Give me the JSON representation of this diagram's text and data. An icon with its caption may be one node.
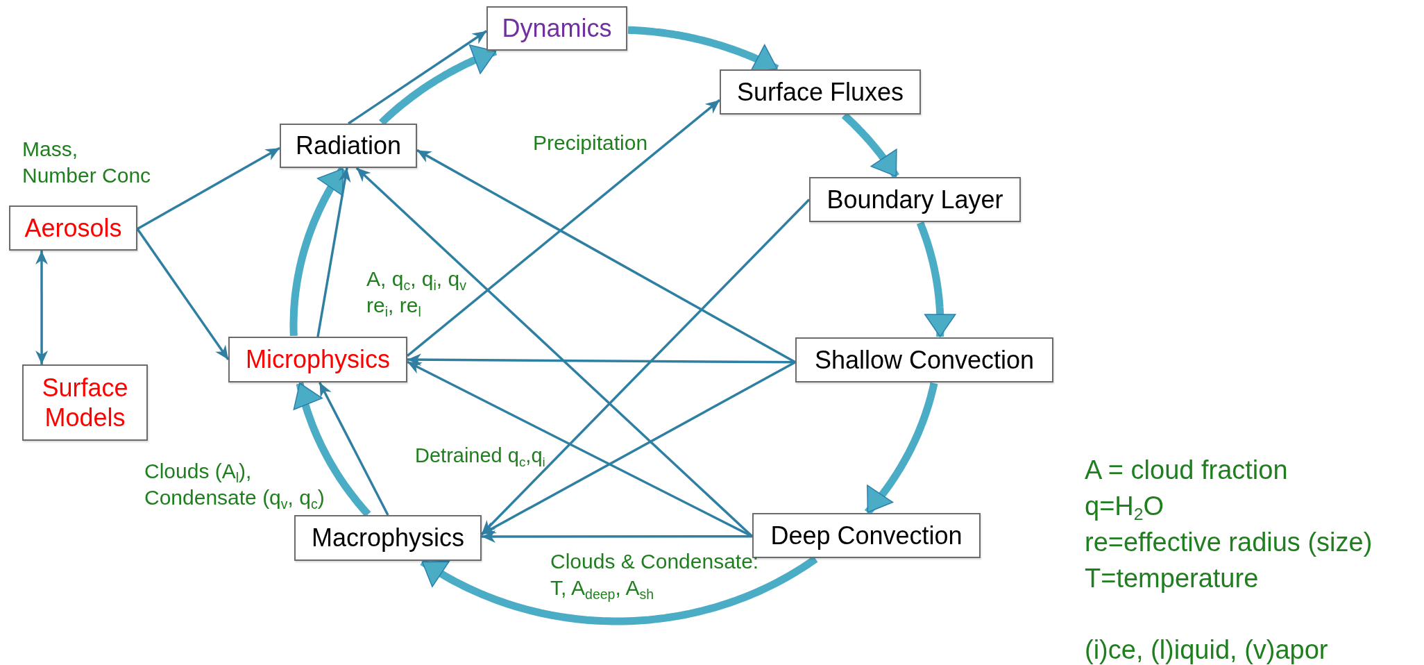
{
  "diagram": {
    "nodes": [
      {
        "text": [
          "Dynamics"
        ]
      },
      {
        "text": [
          "Surface Fluxes"
        ]
      },
      {
        "text": [
          "Radiation"
        ]
      },
      {
        "text": [
          "Boundary Layer"
        ]
      },
      {
        "text": [
          "Aerosols"
        ]
      },
      {
        "text": [
          "Shallow Convection"
        ]
      },
      {
        "text": [
          "Microphysics"
        ]
      },
      {
        "text": [
          "Surface Models"
        ]
      },
      {
        "text": [
          "Deep Convection"
        ]
      },
      {
        "text": [
          "Macrophysics"
        ]
      }
    ],
    "edges": [
      {
        "from": 2,
        "to": 0,
        "arrow": "to",
        "style": "thick",
        "color": "#4bacc6"
      },
      {
        "from": 0,
        "to": 1,
        "arrow": "to",
        "style": "thick",
        "color": "#4bacc6"
      },
      {
        "from": 1,
        "to": 3,
        "arrow": "to",
        "style": "thick",
        "color": "#4bacc6"
      },
      {
        "from": 3,
        "to": 5,
        "arrow": "to",
        "style": "thick",
        "color": "#4bacc6"
      },
      {
        "from": 5,
        "to": 8,
        "arrow": "to",
        "style": "thick",
        "color": "#4bacc6"
      },
      {
        "from": 8,
        "to": 9,
        "arrow": "to",
        "style": "thick",
        "color": "#4bacc6"
      },
      {
        "from": 9,
        "to": 6,
        "arrow": "to",
        "style": "thick",
        "color": "#4bacc6"
      },
      {
        "from": 6,
        "to": 2,
        "arrow": "to",
        "style": "thick",
        "color": "#4bacc6"
      },
      {
        "from": 4,
        "to": 2,
        "arrow": "to"
      },
      {
        "from": 4,
        "to": 6,
        "arrow": "to"
      },
      {
        "from": 4,
        "to": 7,
        "arrow": "both"
      },
      {
        "from": 2,
        "to": 0,
        "arrow": "to"
      },
      {
        "from": 6,
        "to": 2,
        "arrow": "to"
      },
      {
        "from": 6,
        "to": 1,
        "arrow": "to"
      },
      {
        "from": 5,
        "to": 2,
        "arrow": "to"
      },
      {
        "from": 8,
        "to": 2,
        "arrow": "to"
      },
      {
        "from": 5,
        "to": 6,
        "arrow": "to"
      },
      {
        "from": 8,
        "to": 6,
        "arrow": "to"
      },
      {
        "from": 3,
        "to": 9,
        "arrow": "to"
      },
      {
        "from": 5,
        "to": 9,
        "arrow": "to"
      },
      {
        "from": 8,
        "to": 9,
        "arrow": "to"
      },
      {
        "from": 9,
        "to": 6,
        "arrow": "to"
      }
    ],
    "labels": [
      "Mass, Number Conc",
      "Precipitation",
      "A, q$_{c}$, q$_{i}$, q$_{v}$ re$_{i}$, re$_{l}$",
      "Detrained q$_{c}$,q$_{i}$",
      "A = cloud fraction",
      "Clouds (A$_{l}$), Condensate (q$_{v}$, q$_{c}$)",
      "q=H$_{2}$O",
      "Clouds & Condensate: T, A$_{deep}$, A$_{sh}$",
      "re=effective radius (size)",
      "T=temperature",
      "(i)ce, (l)iquid, (v)apor"
    ]
  }
}
